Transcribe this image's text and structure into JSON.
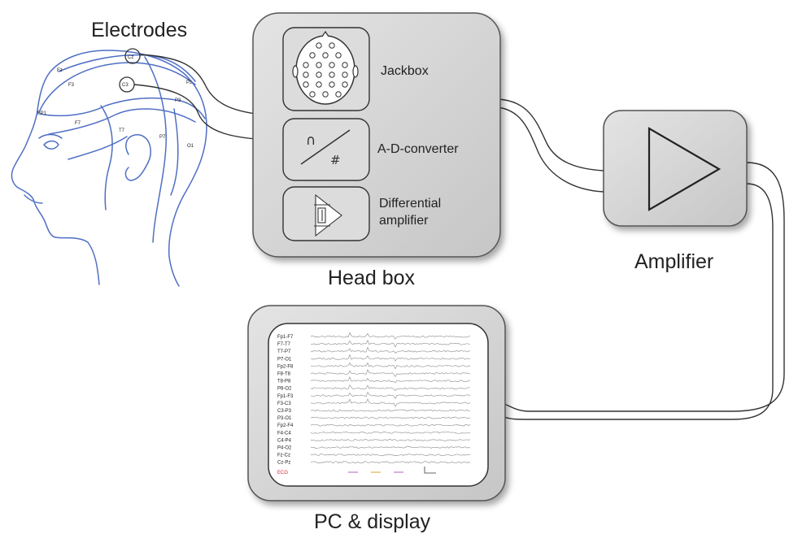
{
  "labels": {
    "electrodes": "Electrodes",
    "head_box": "Head box",
    "amplifier": "Amplifier",
    "pc_display": "PC & display"
  },
  "head_box": {
    "jackbox": "Jackbox",
    "ad_converter": "A-D-converter",
    "differential_line1": "Differential",
    "differential_line2": "amplifier",
    "ad_symbol_top": "∩",
    "ad_symbol_bottom": "#"
  },
  "electrode_sites": [
    "Fz",
    "F3",
    "Cz",
    "C3",
    "Pz",
    "P3",
    "FP1",
    "F7",
    "T7",
    "P7",
    "O1"
  ],
  "eeg_channels": [
    "Fp1-F7",
    "F7-T7",
    "T7-P7",
    "P7-O1",
    "Fp2-F8",
    "F8-T8",
    "T8-P8",
    "P8-O2",
    "Fp1-F3",
    "F3-C3",
    "C3-P3",
    "P3-O1",
    "Fp2-F4",
    "F4-C4",
    "C4-P4",
    "P4-O2",
    "Fz-Cz",
    "Cz-Pz"
  ],
  "ecg_label": "ECG",
  "colors": {
    "head_outline": "#4f6fc4",
    "box_fill": "#d3d3d3",
    "box_border": "#555555",
    "ecg": "#e0202a",
    "wire": "#333333"
  }
}
